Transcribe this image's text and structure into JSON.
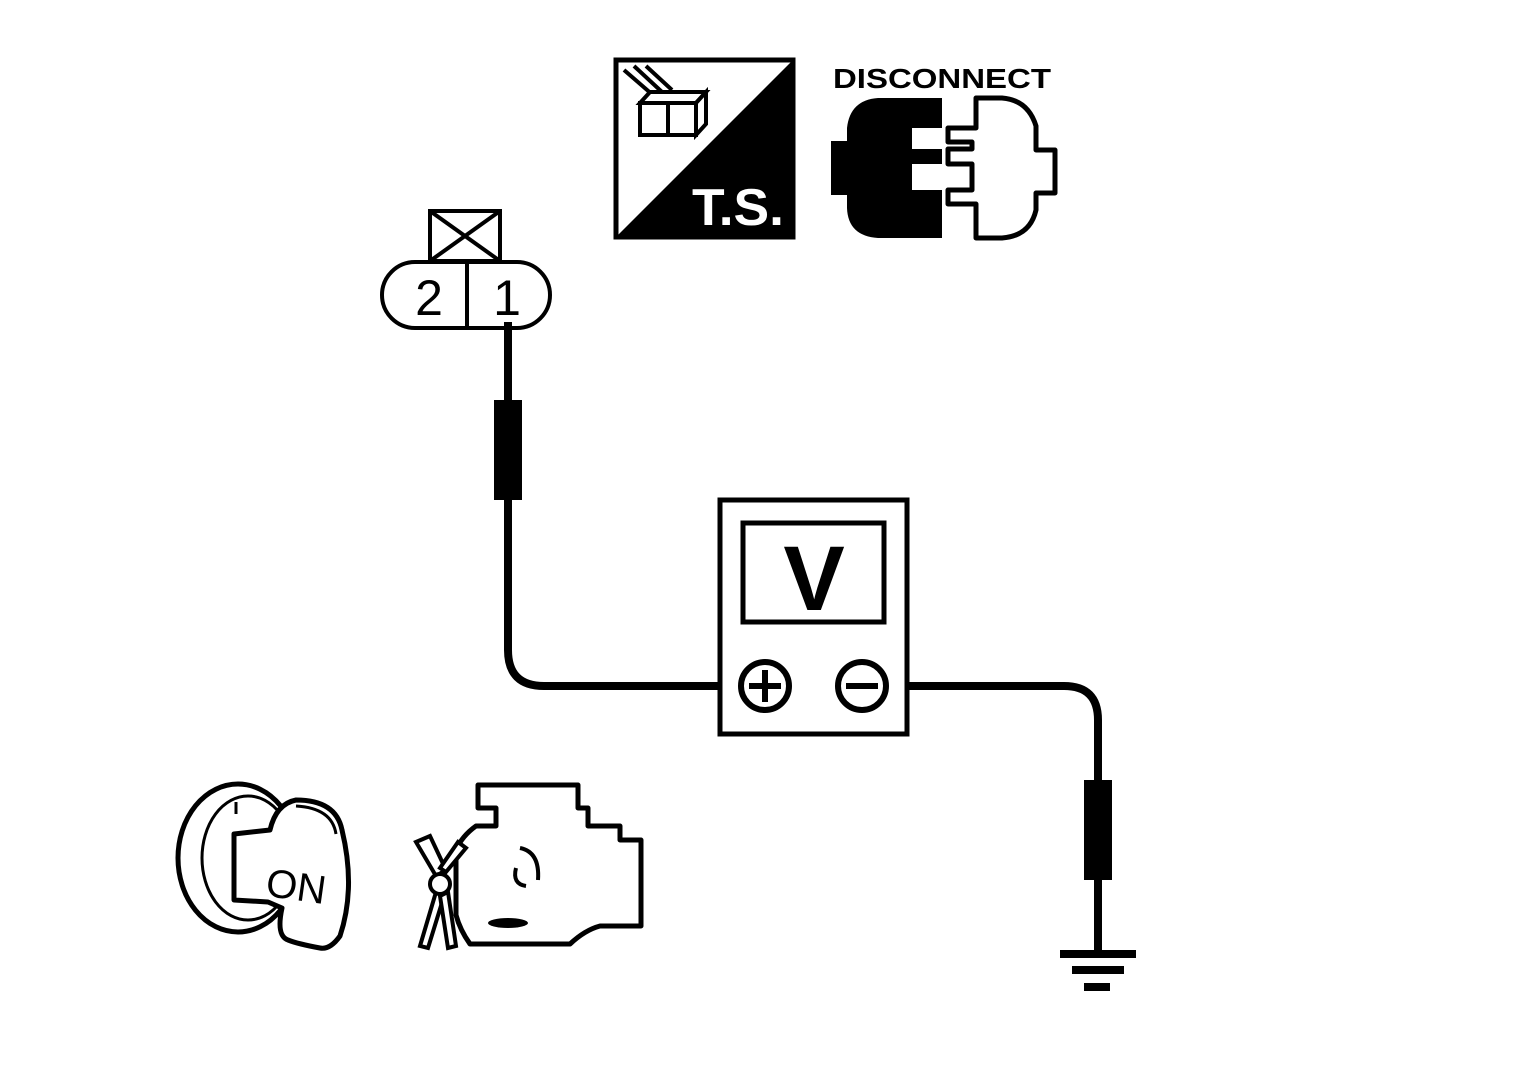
{
  "header": {
    "ts_label": "T.S.",
    "disconnect_label": "DISCONNECT"
  },
  "connector": {
    "pins": [
      "2",
      "1"
    ]
  },
  "meter": {
    "mode": "V"
  },
  "ignition": {
    "position": "ON"
  },
  "colors": {
    "line": "#000000",
    "background": "#ffffff"
  }
}
